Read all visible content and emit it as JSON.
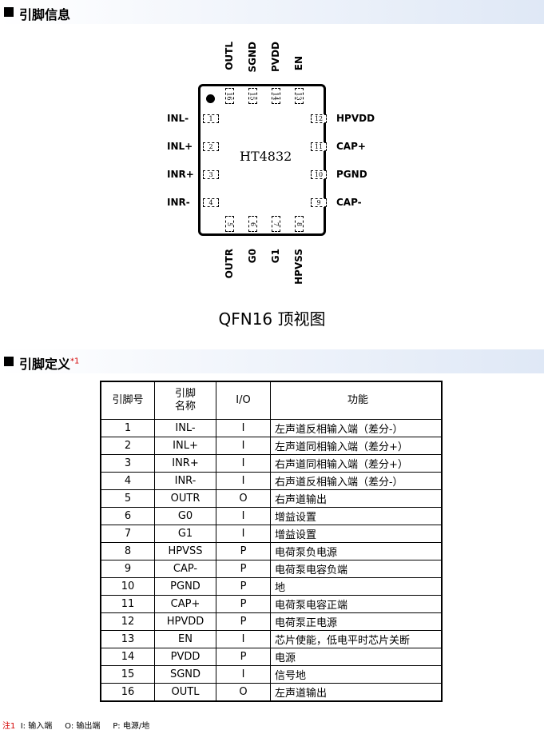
{
  "section1": {
    "title": "引脚信息"
  },
  "section2": {
    "title": "引脚定义",
    "note_mark": "*1"
  },
  "chip": {
    "name": "HT4832",
    "caption": "QFN16 顶视图",
    "pins": [
      {
        "num": "1",
        "label": "INL-"
      },
      {
        "num": "2",
        "label": "INL+"
      },
      {
        "num": "3",
        "label": "INR+"
      },
      {
        "num": "4",
        "label": "INR-"
      },
      {
        "num": "5",
        "label": "OUTR"
      },
      {
        "num": "6",
        "label": "G0"
      },
      {
        "num": "7",
        "label": "G1"
      },
      {
        "num": "8",
        "label": "HPVSS"
      },
      {
        "num": "9",
        "label": "CAP-"
      },
      {
        "num": "10",
        "label": "PGND"
      },
      {
        "num": "11",
        "label": "CAP+"
      },
      {
        "num": "12",
        "label": "HPVDD"
      },
      {
        "num": "13",
        "label": "EN"
      },
      {
        "num": "14",
        "label": "PVDD"
      },
      {
        "num": "15",
        "label": "SGND"
      },
      {
        "num": "16",
        "label": "OUTL"
      }
    ]
  },
  "table": {
    "headers": {
      "num": "引脚号",
      "name_l1": "引脚",
      "name_l2": "名称",
      "io": "I/O",
      "function": "功能"
    },
    "rows": [
      {
        "num": "1",
        "name": "INL-",
        "io": "I",
        "function": "左声道反相输入端（差分-）"
      },
      {
        "num": "2",
        "name": "INL+",
        "io": "I",
        "function": "左声道同相输入端（差分+）"
      },
      {
        "num": "3",
        "name": "INR+",
        "io": "I",
        "function": "右声道同相输入端（差分+）"
      },
      {
        "num": "4",
        "name": "INR-",
        "io": "I",
        "function": "右声道反相输入端（差分-）"
      },
      {
        "num": "5",
        "name": "OUTR",
        "io": "O",
        "function": "右声道输出"
      },
      {
        "num": "6",
        "name": "G0",
        "io": "I",
        "function": "增益设置"
      },
      {
        "num": "7",
        "name": "G1",
        "io": "I",
        "function": "增益设置"
      },
      {
        "num": "8",
        "name": "HPVSS",
        "io": "P",
        "function": "电荷泵负电源"
      },
      {
        "num": "9",
        "name": "CAP-",
        "io": "P",
        "function": "电荷泵电容负端"
      },
      {
        "num": "10",
        "name": "PGND",
        "io": "P",
        "function": "地"
      },
      {
        "num": "11",
        "name": "CAP+",
        "io": "P",
        "function": "电荷泵电容正端"
      },
      {
        "num": "12",
        "name": "HPVDD",
        "io": "P",
        "function": "电荷泵正电源"
      },
      {
        "num": "13",
        "name": "EN",
        "io": "I",
        "function": "芯片使能，低电平时芯片关断"
      },
      {
        "num": "14",
        "name": "PVDD",
        "io": "P",
        "function": "电源"
      },
      {
        "num": "15",
        "name": "SGND",
        "io": "I",
        "function": "信号地"
      },
      {
        "num": "16",
        "name": "OUTL",
        "io": "O",
        "function": "左声道输出"
      }
    ]
  },
  "footnote": {
    "mark": "注1",
    "text": "  I: 输入端     O: 输出端     P: 电源/地"
  }
}
